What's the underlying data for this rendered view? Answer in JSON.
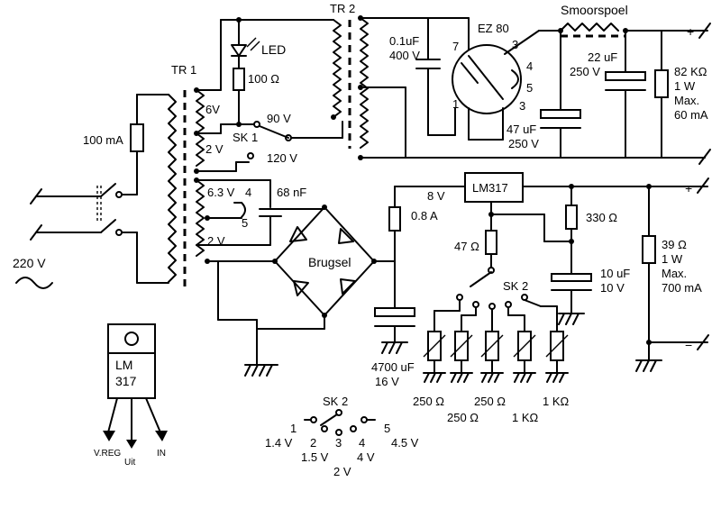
{
  "labels": {
    "tr1": "TR 1",
    "tr2": "TR 2",
    "led": "LED",
    "r100": "100 Ω",
    "fuse100": "100 mA",
    "v6": "6V",
    "v2a": "2 V",
    "v90": "90 V",
    "sk1": "SK 1",
    "v120": "120 V",
    "v63": "6.3 V",
    "n4": "4",
    "n5": "5",
    "c68": "68 nF",
    "v2b": "2 V",
    "mains": "220 V",
    "c01": "0.1uF",
    "c01v": "400 V",
    "ez80": "EZ 80",
    "p7": "7",
    "p3a": "3",
    "p4": "4",
    "p5": "5",
    "p1": "1",
    "p3b": "3",
    "c47": "47 uF",
    "c47v": "250 V",
    "choke": "Smoorspoel",
    "c22": "22 uF",
    "c22v": "250 V",
    "r82": "82 KΩ",
    "r82w": "1 W",
    "r82m": "Max.",
    "r82ma": "60 mA",
    "lm317": "LM317",
    "v8": "8 V",
    "fuse08": "0.8 A",
    "bridge": "Brugsel",
    "r330": "330 Ω",
    "r47": "47 Ω",
    "sk2": "SK 2",
    "c10": "10 uF",
    "c10v": "10 V",
    "r39": "39 Ω",
    "r39w": "1 W",
    "r39m": "Max.",
    "r39ma": "700 mA",
    "c4700": "4700 uF",
    "c4700v": "16 V",
    "pot1": "250 Ω",
    "pot2": "250 Ω",
    "pot3": "250 Ω",
    "pot4": "1 KΩ",
    "pot5": "1 KΩ",
    "pkg1": "LM",
    "pkg2": "317",
    "pkgvreg": "V.REG",
    "pkguit": "Uit",
    "pkgin": "IN",
    "sk2b": "SK 2",
    "s1": "1",
    "s2": "2",
    "s3": "3",
    "s4": "4",
    "s5": "5",
    "v14": "1.4 V",
    "v15": "1.5 V",
    "v2c": "2 V",
    "v4": "4 V",
    "v45": "4.5 V"
  }
}
